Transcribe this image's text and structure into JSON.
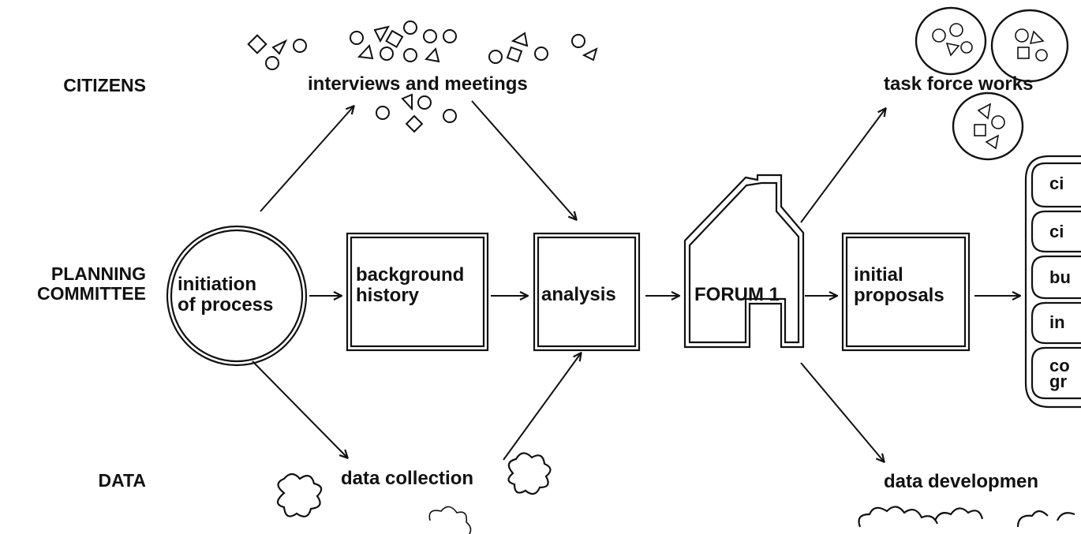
{
  "rows": {
    "citizens": "CITIZENS",
    "planning_line1": "PLANNING",
    "planning_line2": "COMMITTEE",
    "data": "DATA"
  },
  "captions": {
    "interviews": "interviews and meetings",
    "task_force": "task force works",
    "data_collection": "data collection",
    "data_development": "data developmen"
  },
  "nodes": {
    "initiation_line1": "initiation",
    "initiation_line2": "of process",
    "background_line1": "background",
    "background_line2": "history",
    "analysis": "analysis",
    "forum": "FORUM 1",
    "proposals_line1": "initial",
    "proposals_line2": "proposals"
  },
  "pills": [
    "ci",
    "ci",
    "bu",
    "in",
    "co",
    "gr"
  ],
  "colors": {
    "ink": "#111111",
    "background": "#ffffff"
  }
}
